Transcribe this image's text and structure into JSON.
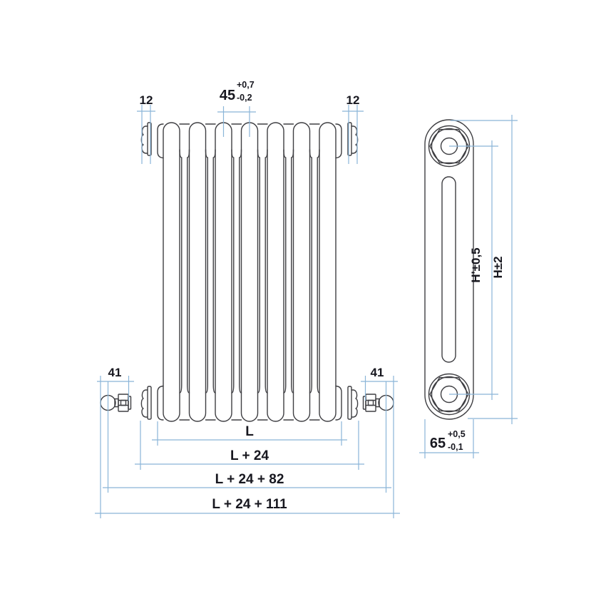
{
  "drawing": {
    "front_view": {
      "dim_end_fitting_left": "12",
      "dim_end_fitting_right": "12",
      "dim_section_pitch": {
        "value": "45",
        "tol_plus": "+0,7",
        "tol_minus": "-0,2"
      },
      "dim_valve_left": "41",
      "dim_valve_right": "41",
      "dim_length": "L",
      "dim_length_with_caps": "L + 24",
      "dim_length_with_valves": "L + 24 + 82",
      "dim_length_overall": "L + 24 + 111"
    },
    "side_view": {
      "dim_depth": {
        "value": "65",
        "tol_plus": "+0,5",
        "tol_minus": "-0,1"
      },
      "dim_height_connections": "H'±0,5",
      "dim_height_overall": "H±2"
    },
    "colors": {
      "outline": "#3e3e42",
      "dimension_lines": "#8ab5d8",
      "text": "#17171f",
      "background": "#ffffff"
    }
  }
}
